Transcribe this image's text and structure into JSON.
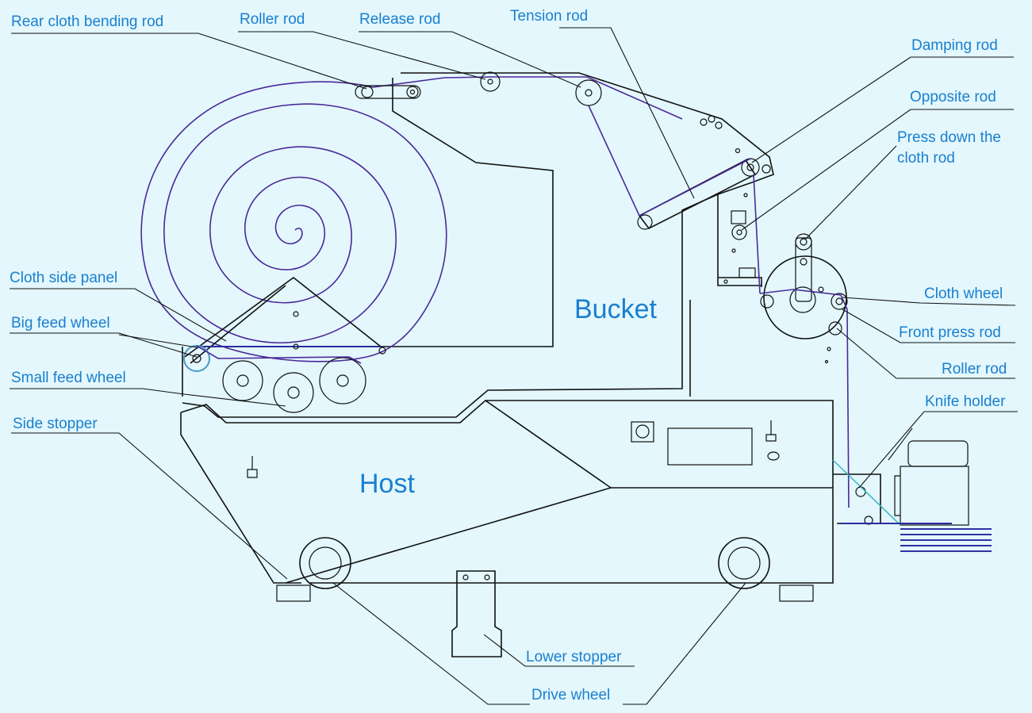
{
  "labels": {
    "rear_cloth_bending_rod": "Rear cloth bending rod",
    "roller_rod_top": "Roller rod",
    "release_rod": "Release rod",
    "tension_rod": "Tension rod",
    "damping_rod": "Damping rod",
    "opposite_rod": "Opposite rod",
    "press_down_line1": "Press down the",
    "press_down_line2": "cloth rod",
    "cloth_side_panel": "Cloth side panel",
    "big_feed_wheel": "Big feed wheel",
    "small_feed_wheel": "Small feed wheel",
    "side_stopper": "Side stopper",
    "cloth_wheel": "Cloth wheel",
    "front_press_rod": "Front press rod",
    "roller_rod_right": "Roller rod",
    "knife_holder": "Knife holder",
    "lower_stopper": "Lower stopper",
    "drive_wheel": "Drive wheel"
  },
  "regions": {
    "bucket": "Bucket",
    "host": "Host"
  },
  "colors": {
    "background": "#e3f7fc",
    "label_text": "#1a7fd0",
    "line": "#111111",
    "cloth_path": "#4a2a9a"
  }
}
